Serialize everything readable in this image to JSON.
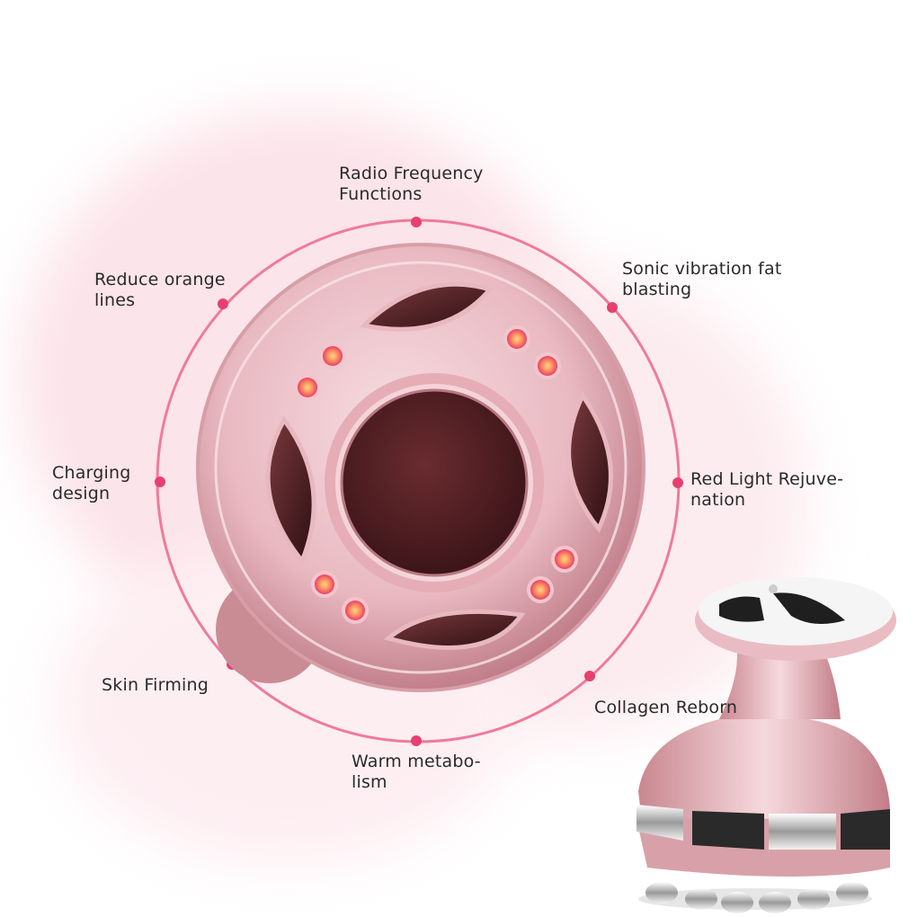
{
  "features": [
    {
      "id": "rf",
      "lines": [
        "Radio Frequency",
        "Functions"
      ]
    },
    {
      "id": "sonic",
      "lines": [
        "Sonic vibration fat",
        "blasting"
      ]
    },
    {
      "id": "redlight",
      "lines": [
        "Red Light Rejuve-",
        "nation"
      ]
    },
    {
      "id": "collagen",
      "lines": [
        "Collagen Reborn"
      ]
    },
    {
      "id": "warm",
      "lines": [
        "Warm metabo-",
        "lism"
      ]
    },
    {
      "id": "skin",
      "lines": [
        "Skin Firming"
      ]
    },
    {
      "id": "charging",
      "lines": [
        "Charging",
        "design"
      ]
    },
    {
      "id": "orange",
      "lines": [
        "Reduce orange",
        "lines"
      ]
    }
  ],
  "colors": {
    "ring": "#f07a9a",
    "dot": "#e8406e",
    "device_body": "#e8b7bf",
    "device_dark": "#4a1e22",
    "led": "#ff8f5a"
  }
}
